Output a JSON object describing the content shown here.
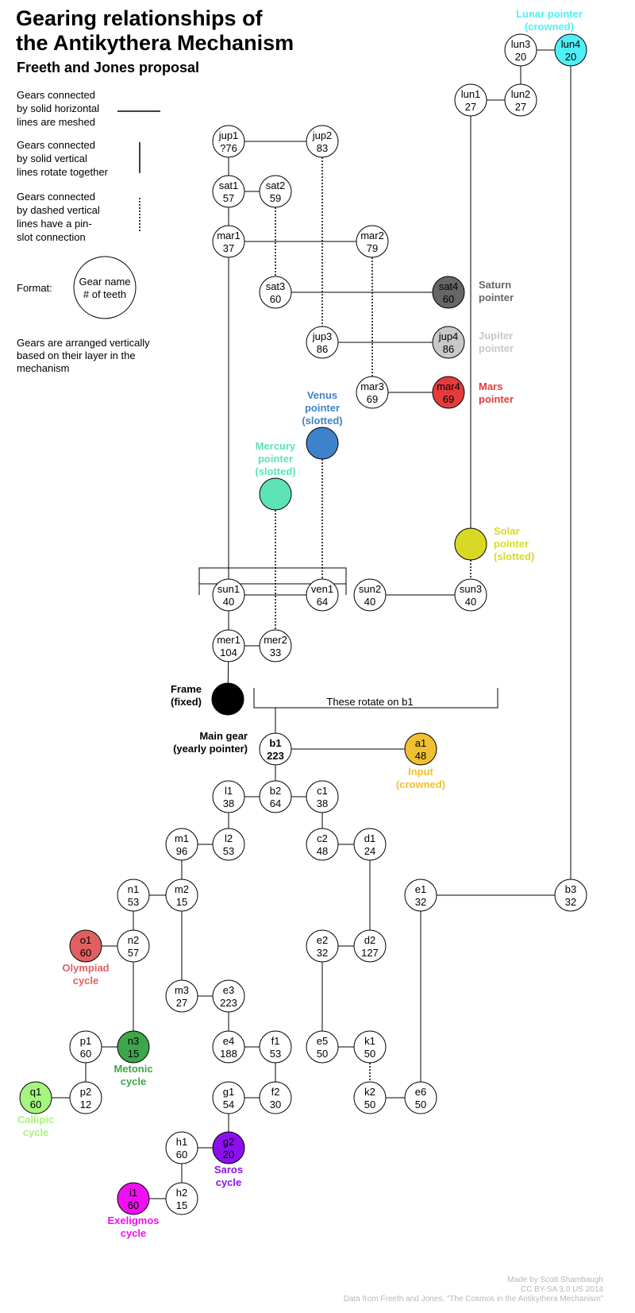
{
  "title_line1": "Gearing relationships of",
  "title_line2": "the Antikythera Mechanism",
  "subtitle": "Freeth and Jones proposal",
  "legend": {
    "meshed": [
      "Gears connected",
      "by solid horizontal",
      "lines are meshed"
    ],
    "together": [
      "Gears connected",
      "by solid vertical",
      "lines rotate together"
    ],
    "pinslot": [
      "Gears connected",
      "by dashed vertical",
      "lines have a pin-",
      "slot connection"
    ],
    "format_label": "Format:",
    "format_gear": [
      "Gear name",
      "# of teeth"
    ],
    "layers": [
      "Gears are arranged vertically",
      "based on their layer in the",
      "mechanism"
    ]
  },
  "gears": [
    {
      "id": "lun3",
      "name": "lun3",
      "teeth": "20"
    },
    {
      "id": "lun4",
      "name": "lun4",
      "teeth": "20",
      "fill": "#4ff0f5"
    },
    {
      "id": "lun1",
      "name": "lun1",
      "teeth": "27"
    },
    {
      "id": "lun2",
      "name": "lun2",
      "teeth": "27"
    },
    {
      "id": "jup1",
      "name": "jup1",
      "teeth": "?76"
    },
    {
      "id": "jup2",
      "name": "jup2",
      "teeth": "83"
    },
    {
      "id": "sat1",
      "name": "sat1",
      "teeth": "57"
    },
    {
      "id": "sat2",
      "name": "sat2",
      "teeth": "59"
    },
    {
      "id": "mar1",
      "name": "mar1",
      "teeth": "37"
    },
    {
      "id": "mar2",
      "name": "mar2",
      "teeth": "79"
    },
    {
      "id": "sat3",
      "name": "sat3",
      "teeth": "60"
    },
    {
      "id": "sat4",
      "name": "sat4",
      "teeth": "60",
      "fill": "#666666"
    },
    {
      "id": "jup3",
      "name": "jup3",
      "teeth": "86"
    },
    {
      "id": "jup4",
      "name": "jup4",
      "teeth": "86",
      "fill": "#c8c8c8"
    },
    {
      "id": "mar3",
      "name": "mar3",
      "teeth": "69"
    },
    {
      "id": "mar4",
      "name": "mar4",
      "teeth": "69",
      "fill": "#e63b3b"
    },
    {
      "id": "venus",
      "name": "",
      "teeth": "",
      "fill": "#3e83c9"
    },
    {
      "id": "mercury",
      "name": "",
      "teeth": "",
      "fill": "#5ee3b5"
    },
    {
      "id": "solar",
      "name": "",
      "teeth": "",
      "fill": "#d9d925"
    },
    {
      "id": "sun1",
      "name": "sun1",
      "teeth": "40"
    },
    {
      "id": "ven1",
      "name": "ven1",
      "teeth": "64"
    },
    {
      "id": "sun2",
      "name": "sun2",
      "teeth": "40"
    },
    {
      "id": "sun3",
      "name": "sun3",
      "teeth": "40"
    },
    {
      "id": "mer1",
      "name": "mer1",
      "teeth": "104"
    },
    {
      "id": "mer2",
      "name": "mer2",
      "teeth": "33"
    },
    {
      "id": "frame",
      "name": "",
      "teeth": "",
      "fill": "#000000"
    },
    {
      "id": "b1",
      "name": "b1",
      "teeth": "223",
      "bold": true
    },
    {
      "id": "a1",
      "name": "a1",
      "teeth": "48",
      "fill": "#f0c030"
    },
    {
      "id": "l1",
      "name": "l1",
      "teeth": "38"
    },
    {
      "id": "b2",
      "name": "b2",
      "teeth": "64"
    },
    {
      "id": "c1",
      "name": "c1",
      "teeth": "38"
    },
    {
      "id": "m1",
      "name": "m1",
      "teeth": "96"
    },
    {
      "id": "l2",
      "name": "l2",
      "teeth": "53"
    },
    {
      "id": "c2",
      "name": "c2",
      "teeth": "48"
    },
    {
      "id": "d1",
      "name": "d1",
      "teeth": "24"
    },
    {
      "id": "n1",
      "name": "n1",
      "teeth": "53"
    },
    {
      "id": "m2",
      "name": "m2",
      "teeth": "15"
    },
    {
      "id": "e1",
      "name": "e1",
      "teeth": "32"
    },
    {
      "id": "b3",
      "name": "b3",
      "teeth": "32"
    },
    {
      "id": "o1",
      "name": "o1",
      "teeth": "60",
      "fill": "#e06060"
    },
    {
      "id": "n2",
      "name": "n2",
      "teeth": "57"
    },
    {
      "id": "e2",
      "name": "e2",
      "teeth": "32"
    },
    {
      "id": "d2",
      "name": "d2",
      "teeth": "127"
    },
    {
      "id": "m3",
      "name": "m3",
      "teeth": "27"
    },
    {
      "id": "e3",
      "name": "e3",
      "teeth": "223"
    },
    {
      "id": "p1",
      "name": "p1",
      "teeth": "60"
    },
    {
      "id": "n3",
      "name": "n3",
      "teeth": "15",
      "fill": "#3ea64a"
    },
    {
      "id": "e4",
      "name": "e4",
      "teeth": "188"
    },
    {
      "id": "f1",
      "name": "f1",
      "teeth": "53"
    },
    {
      "id": "e5",
      "name": "e5",
      "teeth": "50"
    },
    {
      "id": "k1",
      "name": "k1",
      "teeth": "50"
    },
    {
      "id": "q1",
      "name": "q1",
      "teeth": "60",
      "fill": "#a6f57e"
    },
    {
      "id": "p2",
      "name": "p2",
      "teeth": "12"
    },
    {
      "id": "g1",
      "name": "g1",
      "teeth": "54"
    },
    {
      "id": "f2",
      "name": "f2",
      "teeth": "30"
    },
    {
      "id": "k2",
      "name": "k2",
      "teeth": "50"
    },
    {
      "id": "e6",
      "name": "e6",
      "teeth": "50"
    },
    {
      "id": "h1",
      "name": "h1",
      "teeth": "60"
    },
    {
      "id": "g2",
      "name": "g2",
      "teeth": "20",
      "fill": "#8c0ff0"
    },
    {
      "id": "i1",
      "name": "i1",
      "teeth": "60",
      "fill": "#f00ff0"
    },
    {
      "id": "h2",
      "name": "h2",
      "teeth": "15"
    }
  ],
  "meshes": [
    [
      "lun3",
      "lun4"
    ],
    [
      "lun1",
      "lun2"
    ],
    [
      "jup1",
      "jup2"
    ],
    [
      "sat1",
      "sat2"
    ],
    [
      "mar1",
      "mar2"
    ],
    [
      "sat3",
      "sat4"
    ],
    [
      "jup3",
      "jup4"
    ],
    [
      "mar3",
      "mar4"
    ],
    [
      "sun1",
      "ven1"
    ],
    [
      "sun2",
      "sun3"
    ],
    [
      "mer1",
      "mer2"
    ],
    [
      "b1",
      "a1"
    ],
    [
      "l1",
      "b2"
    ],
    [
      "b2",
      "c1"
    ],
    [
      "m1",
      "l2"
    ],
    [
      "c2",
      "d1"
    ],
    [
      "n1",
      "m2"
    ],
    [
      "e1",
      "b3"
    ],
    [
      "o1",
      "n2"
    ],
    [
      "e2",
      "d2"
    ],
    [
      "m3",
      "e3"
    ],
    [
      "p1",
      "n3"
    ],
    [
      "e4",
      "f1"
    ],
    [
      "e5",
      "k1"
    ],
    [
      "q1",
      "p2"
    ],
    [
      "g1",
      "f2"
    ],
    [
      "k2",
      "e6"
    ],
    [
      "h1",
      "g2"
    ],
    [
      "i1",
      "h2"
    ]
  ],
  "axles": [
    [
      "lun3",
      "lun2"
    ],
    [
      "lun4",
      "b3"
    ],
    [
      "lun1",
      "solar"
    ],
    [
      "jup1",
      "sat1"
    ],
    [
      "sat1",
      "mar1"
    ],
    [
      "mar1",
      "sun1"
    ],
    [
      "sun1",
      "mer1"
    ],
    [
      "mer1",
      "frame"
    ],
    [
      "b1",
      "b2"
    ],
    [
      "l1",
      "l2"
    ],
    [
      "c1",
      "c2"
    ],
    [
      "m1",
      "m2"
    ],
    [
      "m2",
      "m3"
    ],
    [
      "n1",
      "n2"
    ],
    [
      "n2",
      "n3"
    ],
    [
      "d1",
      "d2"
    ],
    [
      "e1",
      "e6"
    ],
    [
      "e2",
      "e5"
    ],
    [
      "e3",
      "e4"
    ],
    [
      "f1",
      "f2"
    ],
    [
      "p1",
      "p2"
    ],
    [
      "g1",
      "g2"
    ],
    [
      "h1",
      "h2"
    ]
  ],
  "pinslots": [
    [
      "jup2",
      "jup3"
    ],
    [
      "sat2",
      "sat3"
    ],
    [
      "mar2",
      "mar3"
    ],
    [
      "venus",
      "ven1"
    ],
    [
      "mercury",
      "mer2"
    ],
    [
      "solar",
      "sun3"
    ],
    [
      "k1",
      "k2"
    ]
  ],
  "labels": [
    {
      "id": "lunar",
      "lines": [
        "Lunar pointer",
        "(crowned)"
      ],
      "color": "#4ff0f5",
      "align": "middle"
    },
    {
      "id": "saturn",
      "lines": [
        "Saturn",
        "pointer"
      ],
      "color": "#666666",
      "align": "start"
    },
    {
      "id": "jupiter",
      "lines": [
        "Jupiter",
        "pointer"
      ],
      "color": "#c8c8c8",
      "align": "start"
    },
    {
      "id": "mars",
      "lines": [
        "Mars",
        "pointer"
      ],
      "color": "#e63b3b",
      "align": "start"
    },
    {
      "id": "venus",
      "lines": [
        "Venus",
        "pointer",
        "(slotted)"
      ],
      "color": "#3e83c9",
      "align": "middle"
    },
    {
      "id": "mercury",
      "lines": [
        "Mercury",
        "pointer",
        "(slotted)"
      ],
      "color": "#5ee3b5",
      "align": "middle"
    },
    {
      "id": "solar",
      "lines": [
        "Solar",
        "pointer",
        "(slotted)"
      ],
      "color": "#d9d925",
      "align": "start"
    },
    {
      "id": "frame",
      "lines": [
        "Frame",
        "(fixed)"
      ],
      "color": "#000000",
      "align": "end"
    },
    {
      "id": "main",
      "lines": [
        "Main gear",
        "(yearly pointer)"
      ],
      "color": "#000000",
      "align": "end"
    },
    {
      "id": "input",
      "lines": [
        "Input",
        "(crowned)"
      ],
      "color": "#f0c030",
      "align": "middle"
    },
    {
      "id": "olympiad",
      "lines": [
        "Olympiad",
        "cycle"
      ],
      "color": "#e06060",
      "align": "middle"
    },
    {
      "id": "metonic",
      "lines": [
        "Metonic",
        "cycle"
      ],
      "color": "#3ea64a",
      "align": "middle"
    },
    {
      "id": "callipic",
      "lines": [
        "Callipic",
        "cycle"
      ],
      "color": "#a6f57e",
      "align": "middle"
    },
    {
      "id": "saros",
      "lines": [
        "Saros",
        "cycle"
      ],
      "color": "#8c0ff0",
      "align": "middle"
    },
    {
      "id": "exeligmos",
      "lines": [
        "Exeligmos",
        "cycle"
      ],
      "color": "#f00ff0",
      "align": "middle"
    }
  ],
  "rotate_on_b1": "These rotate on b1",
  "credits": [
    "Made by Scott Shambaugh",
    "CC BY-SA 3.0 US 2014",
    "Data from Freeth and Jones, \"The Cosmos in the Antikythera Mechanism\""
  ]
}
